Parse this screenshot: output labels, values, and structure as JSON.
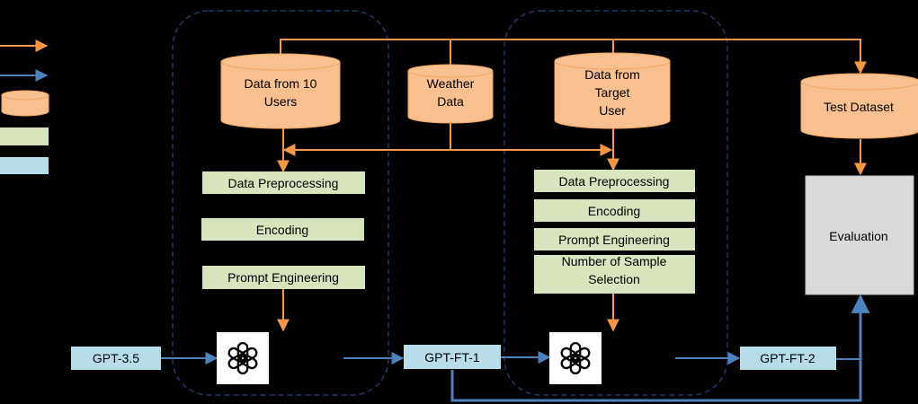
{
  "colors": {
    "background": "#000000",
    "data_flow": "#f79646",
    "model_flow": "#4f81bd",
    "cylinder_fill": "#fac090",
    "cylinder_stroke": "#f4a460",
    "process_fill": "#d7e4bd",
    "model_fill": "#b7dee8",
    "eval_fill": "#d9d9d9",
    "group_border": "#1f3864"
  },
  "nodes": {
    "data_10_users": "Data from 10 Users",
    "weather_data": "Weather Data",
    "data_target_user": "Data from Target User",
    "test_dataset": "Test Dataset",
    "evaluation": "Evaluation"
  },
  "left_steps": [
    "Data Preprocessing",
    "Encoding",
    "Prompt Engineering"
  ],
  "right_steps": [
    "Data Preprocessing",
    "Encoding",
    "Prompt Engineering",
    "Number of Sample Selection"
  ],
  "models": {
    "base": "GPT-3.5",
    "ft1": "GPT-FT-1",
    "ft2": "GPT-FT-2"
  },
  "icons": [
    "openai-logo-icon",
    "openai-logo-icon"
  ]
}
